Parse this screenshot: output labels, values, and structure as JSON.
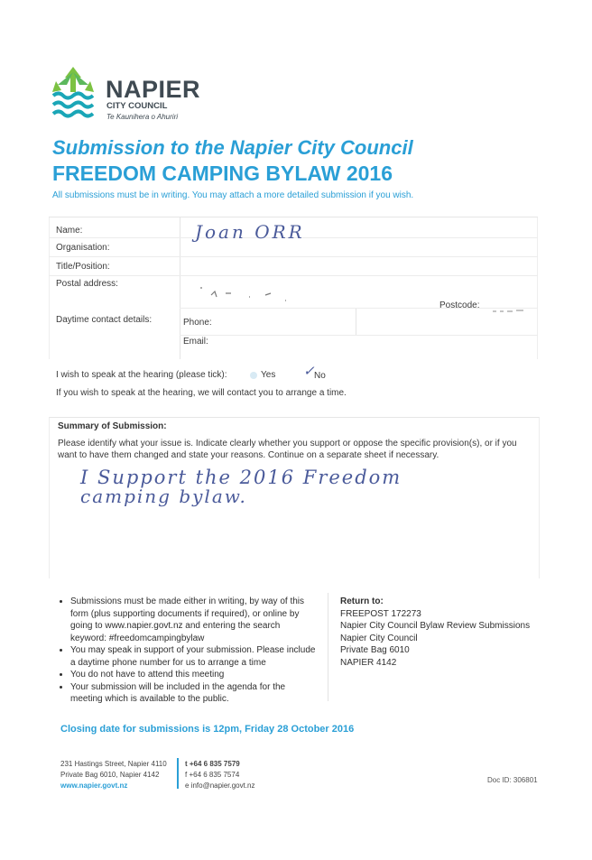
{
  "brand": {
    "name": "NAPIER",
    "subtitle": "CITY COUNCIL",
    "maori_name": "Te Kaunihera o Ahuriri"
  },
  "title": {
    "line1": "Submission to the Napier City Council",
    "line2": "FREEDOM CAMPING BYLAW 2016",
    "intro": "All submissions must be in writing. You may attach a more detailed submission if you wish."
  },
  "form": {
    "name_label": "Name:",
    "name_value": "Joan ORR",
    "organisation_label": "Organisation:",
    "title_label": "Title/Position:",
    "postal_label": "Postal address:",
    "postcode_label": "Postcode:",
    "contact_label": "Daytime contact details:",
    "phone_label": "Phone:",
    "email_label": "Email:"
  },
  "hearing": {
    "question": "I wish to speak at the hearing (please tick):",
    "yes_label": "Yes",
    "no_label": "No",
    "tick_mark": "✓",
    "note": "If you wish to speak at the hearing, we will contact you to arrange a time."
  },
  "summary": {
    "heading": "Summary of Submission:",
    "instructions": "Please identify what your issue is. Indicate clearly whether you support or oppose the specific provision(s), or if you want to have them changed and state your reasons. Continue on a separate sheet if necessary.",
    "hand_line1": "I Support the 2016 Freedom",
    "hand_line2": "camping bylaw."
  },
  "bullets": [
    "Submissions must be made either in writing, by way of this form (plus supporting documents if required), or online by going to www.napier.govt.nz and entering the search keyword: #freedomcampingbylaw",
    "You may speak in support of your submission. Please include a daytime phone number for us to arrange a time",
    "You do not have to attend this meeting",
    "Your submission will be included in the agenda for the meeting which is available to the public."
  ],
  "return_to": {
    "heading": "Return to:",
    "lines": [
      "FREEPOST 172273",
      "Napier City Council Bylaw Review Submissions",
      "Napier City Council",
      "Private Bag 6010",
      "NAPIER 4142"
    ]
  },
  "closing": "Closing date for submissions is 12pm, Friday 28 October 2016",
  "footer": {
    "address1": "231 Hastings Street, Napier 4110",
    "address2": "Private Bag 6010, Napier 4142",
    "web": "www.napier.govt.nz",
    "phone": "t +64 6 835 7579",
    "fax": "f +64 6 835 7574",
    "email": "e info@napier.govt.nz",
    "doc_id": "Doc ID: 306801"
  },
  "colors": {
    "accent": "#2a9fd6",
    "logo_green": "#7cc242",
    "logo_teal": "#1aa6b7",
    "brand_text": "#3f4a52"
  }
}
